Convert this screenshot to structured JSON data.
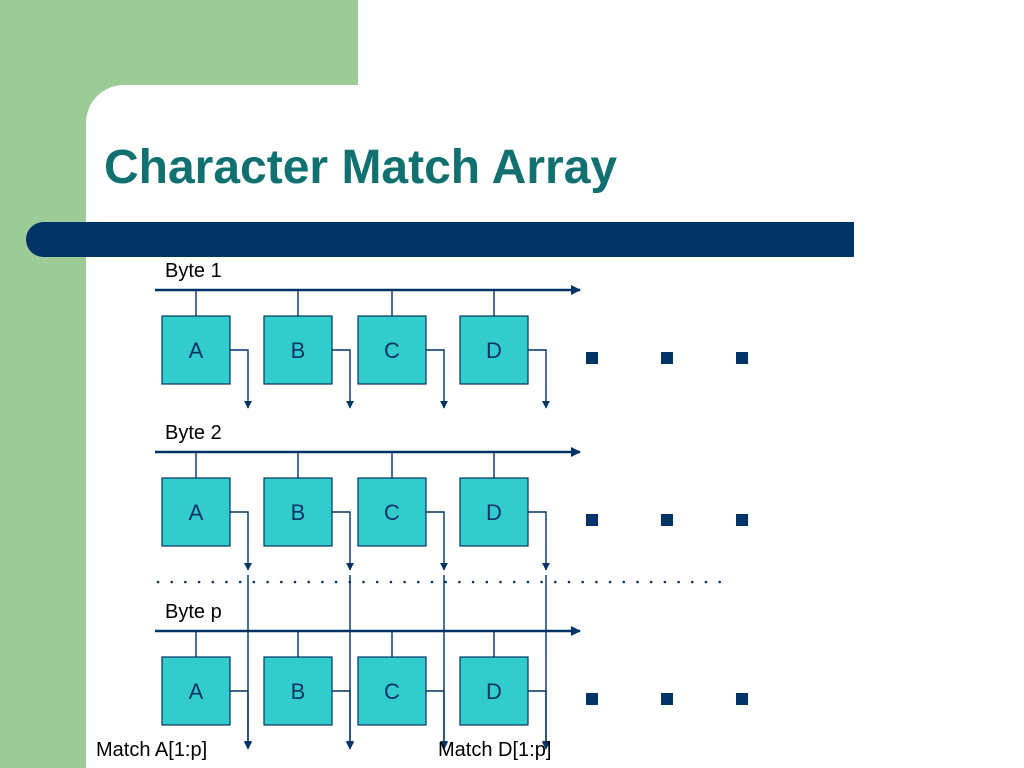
{
  "slide": {
    "title": "Character Match Array",
    "colors": {
      "accent_green": "#9dcb97",
      "bar_navy": "#003366",
      "title_teal": "#117070",
      "cell_fill": "#33cccc"
    }
  },
  "diagram": {
    "rows": [
      {
        "label": "Byte 1",
        "cells": [
          "A",
          "B",
          "C",
          "D"
        ]
      },
      {
        "label": "Byte 2",
        "cells": [
          "A",
          "B",
          "C",
          "D"
        ]
      },
      {
        "label": "Byte p",
        "cells": [
          "A",
          "B",
          "C",
          "D"
        ]
      }
    ],
    "outputs": [
      "Match A[1:p]",
      "Match D[1:p]"
    ],
    "continuation_glyph": "square-dot"
  }
}
